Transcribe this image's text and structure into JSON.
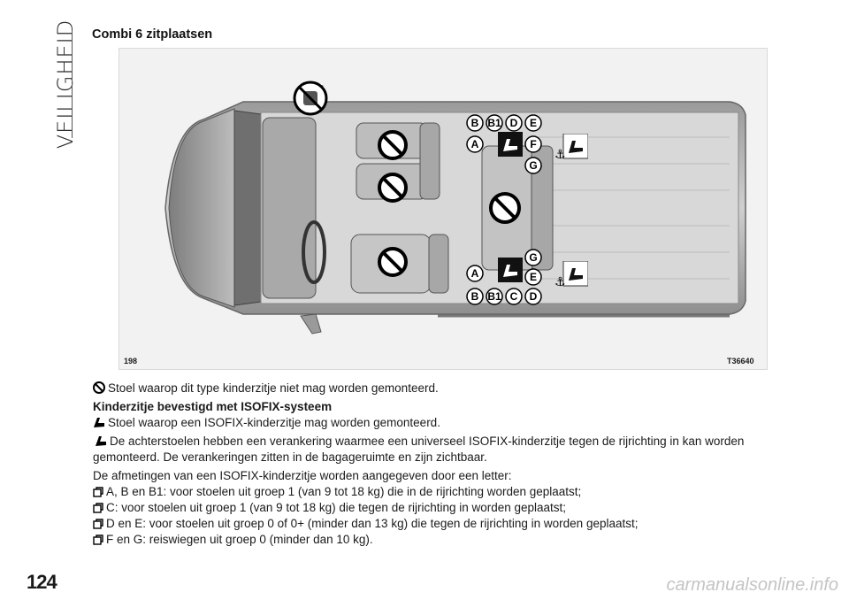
{
  "sidebar": {
    "section_title": "VEILIGHEID"
  },
  "heading": "Combi 6 zitplaatsen",
  "figure": {
    "number": "198",
    "code": "T36640",
    "labels_top": [
      "B",
      "B1",
      "D",
      "E",
      "A",
      "F",
      "G"
    ],
    "labels_bottom": [
      "G",
      "A",
      "E",
      "B",
      "B1",
      "C",
      "D"
    ]
  },
  "legend": {
    "no_seat_line": "Stoel waarop dit type kinderzitje niet mag worden gemonteerd.",
    "isofix_heading": "Kinderzitje bevestigd met ISOFIX-systeem",
    "isofix_no_line": "Stoel waarop een ISOFIX-kinderzitje mag worden gemonteerd.",
    "isofix_anchor_line": "De achterstoelen hebben een verankering waarmee een universeel ISOFIX-kinderzitje tegen de rijrichting in kan worden gemonteerd. De verankeringen zitten in de bagageruimte en zijn zichtbaar.",
    "letters_intro": "De afmetingen van een ISOFIX-kinderzitje worden aangegeven door een letter:",
    "items": [
      "A, B en B1: voor stoelen uit groep 1 (van 9 tot 18 kg) die in de rijrichting worden geplaatst;",
      "C: voor stoelen uit groep 1 (van 9 tot 18 kg) die tegen de rijrichting in worden geplaatst;",
      "D en E: voor stoelen uit groep 0 of 0+ (minder dan 13 kg) die tegen de rijrichting in worden geplaatst;",
      "F en G: reiswiegen uit groep 0 (minder dan 10 kg)."
    ]
  },
  "page_number": "124",
  "watermark": "carmanualsonline.info"
}
